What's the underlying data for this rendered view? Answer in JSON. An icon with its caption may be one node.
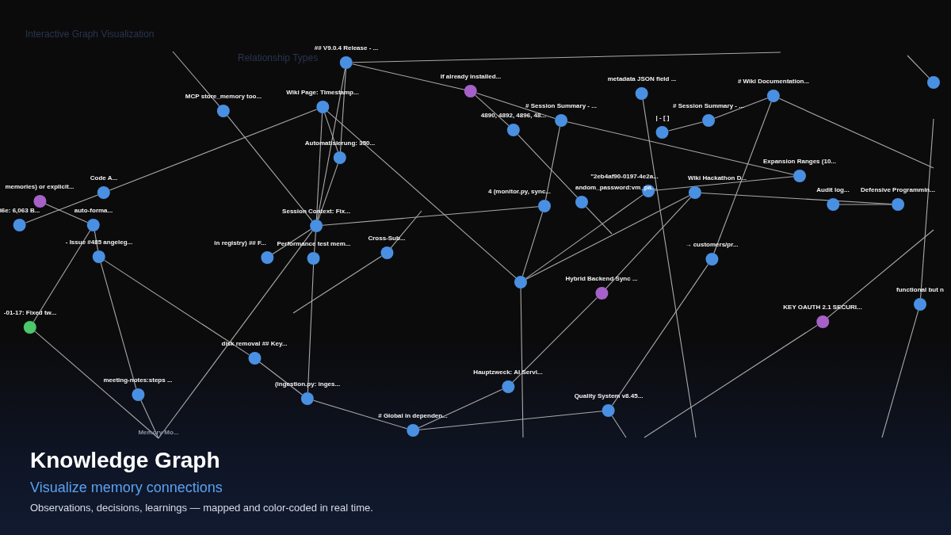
{
  "diagram": {
    "title": "Knowledge Graph",
    "caption": "Observations, decisions, learnings — mapped and color-coded in real time.",
    "nodes": [
      {
        "text": [
          "## V9.0.4 Release - ..."
        ]
      },
      {
        "text": [
          "MCP store_memory too..."
        ]
      },
      {
        "text": [
          "Wiki Page: Timestamp..."
        ]
      },
      {
        "text": [
          "If already installed..."
        ]
      },
      {
        "text": [
          "metadata JSON field ..."
        ]
      },
      {
        "text": [
          "# Wiki Documentation..."
        ]
      },
      {
        "text": [],
        "shape": "circle"
      },
      {
        "text": [
          "# Session Summary - ..."
        ]
      },
      {
        "text": [
          "4890, 4892, 4896, 48..."
        ]
      },
      {
        "text": [
          "| - [ ]"
        ]
      },
      {
        "text": [
          "# Session Summary - ..."
        ]
      },
      {
        "text": [
          "Automatisierung: 350..."
        ]
      },
      {
        "text": [
          "memories) or explicit..."
        ]
      },
      {
        "text": [
          "Code A..."
        ]
      },
      {
        "text": [
          "Expansion Ranges (10..."
        ]
      },
      {
        "text": [
          "\"2eb4af90-0197-4e2a..."
        ]
      },
      {
        "text": [
          "Wiki Hackathon D..."
        ]
      },
      {
        "text": [
          "andom_password:vm_pa..."
        ]
      },
      {
        "text": [
          "4 (monitor.py, sync..."
        ]
      },
      {
        "text": [
          "Audit log..."
        ]
      },
      {
        "text": [
          "Defensive Programmin..."
        ]
      },
      {
        "text": [
          "i6e: 6,063 B..."
        ]
      },
      {
        "text": [
          "auto-forma..."
        ]
      },
      {
        "text": [
          "Session Context: Fix..."
        ]
      },
      {
        "text": [
          "- Issue #485 angeleg..."
        ]
      },
      {
        "text": [
          "in registry) ## F..."
        ]
      },
      {
        "text": [
          "Performance test mem..."
        ]
      },
      {
        "text": [
          "Cross-Sub..."
        ]
      },
      {
        "text": [
          "→ customers/pr..."
        ]
      },
      {
        "text": [],
        "shape": "circle"
      },
      {
        "text": [
          "Hybrid Backend Sync ..."
        ]
      },
      {
        "text": [
          "functional but n"
        ]
      },
      {
        "text": [
          "KEY OAUTH 2.1 SECURI..."
        ]
      },
      {
        "text": [
          "-01-17: Fixed tw..."
        ]
      },
      {
        "text": [
          "disk removal ## Key..."
        ]
      },
      {
        "text": [
          "meeting-notes:steps ..."
        ]
      },
      {
        "text": [
          "(ingestion.py: inges..."
        ]
      },
      {
        "text": [
          "Hauptzweck: AI Servi..."
        ]
      },
      {
        "text": [
          "Quality System v8.45..."
        ]
      },
      {
        "text": [
          "# Global in dependen..."
        ]
      },
      {
        "text": [
          "Memory Mo..."
        ]
      }
    ],
    "edges": [
      {
        "from": 0,
        "to": null,
        "arrow": "none"
      },
      {
        "from": 0,
        "to": 23,
        "arrow": "none"
      },
      {
        "from": 0,
        "to": 11,
        "arrow": "none"
      },
      {
        "from": 2,
        "to": 23,
        "arrow": "none"
      },
      {
        "from": 11,
        "to": 23,
        "arrow": "none"
      },
      {
        "from": 2,
        "to": 11,
        "arrow": "none"
      },
      {
        "from": 1,
        "to": 23,
        "arrow": "none"
      },
      {
        "from": null,
        "to": 1,
        "arrow": "none"
      },
      {
        "from": 3,
        "to": 8,
        "arrow": "none"
      },
      {
        "from": 0,
        "to": 3,
        "arrow": "none"
      },
      {
        "from": 7,
        "to": 18,
        "arrow": "none"
      },
      {
        "from": 7,
        "to": 14,
        "arrow": "none"
      },
      {
        "from": 9,
        "to": 10,
        "arrow": "none"
      },
      {
        "from": 10,
        "to": 5,
        "arrow": "none"
      },
      {
        "from": 5,
        "to": 28,
        "arrow": "none"
      },
      {
        "from": 5,
        "to": null,
        "arrow": "none"
      },
      {
        "from": 4,
        "to": null,
        "arrow": "none"
      },
      {
        "from": 15,
        "to": 14,
        "arrow": "none"
      },
      {
        "from": 16,
        "to": 20,
        "arrow": "none"
      },
      {
        "from": 19,
        "to": 20,
        "arrow": "none"
      },
      {
        "from": 15,
        "to": 29,
        "arrow": "none"
      },
      {
        "from": 16,
        "to": 29,
        "arrow": "none"
      },
      {
        "from": 23,
        "to": 18,
        "arrow": "none"
      },
      {
        "from": 18,
        "to": 29,
        "arrow": "none"
      },
      {
        "from": 29,
        "to": null,
        "arrow": "none"
      },
      {
        "from": 30,
        "to": 37,
        "arrow": "none"
      },
      {
        "from": 30,
        "to": 16,
        "arrow": "none"
      },
      {
        "from": 37,
        "to": 39,
        "arrow": "none"
      },
      {
        "from": 39,
        "to": 38,
        "arrow": "none"
      },
      {
        "from": 34,
        "to": 36,
        "arrow": "none"
      },
      {
        "from": 36,
        "to": 39,
        "arrow": "none"
      },
      {
        "from": 38,
        "to": null,
        "arrow": "none"
      },
      {
        "from": 28,
        "to": 38,
        "arrow": "none"
      },
      {
        "from": 36,
        "to": 26,
        "arrow": "none"
      },
      {
        "from": 24,
        "to": 34,
        "arrow": "none"
      },
      {
        "from": 24,
        "to": 35,
        "arrow": "none"
      },
      {
        "from": 24,
        "to": 22,
        "arrow": "none"
      },
      {
        "from": 21,
        "to": 13,
        "arrow": "none"
      },
      {
        "from": 33,
        "to": 22,
        "arrow": "none"
      },
      {
        "from": 33,
        "to": 40,
        "arrow": "none"
      },
      {
        "from": 35,
        "to": 40,
        "arrow": "none"
      },
      {
        "from": 40,
        "to": 23,
        "arrow": "none"
      },
      {
        "from": 25,
        "to": 23,
        "arrow": "none"
      },
      {
        "from": 26,
        "to": 23,
        "arrow": "none"
      },
      {
        "from": 12,
        "to": 22,
        "arrow": "none"
      },
      {
        "from": 13,
        "to": 2,
        "arrow": "none"
      },
      {
        "from": 32,
        "to": null,
        "arrow": "none"
      },
      {
        "from": null,
        "to": 32,
        "arrow": "none"
      },
      {
        "from": 31,
        "to": null,
        "arrow": "none"
      },
      {
        "from": 31,
        "to": null,
        "arrow": "none"
      },
      {
        "from": 6,
        "to": null,
        "arrow": "none"
      },
      {
        "from": 27,
        "to": null,
        "arrow": "none"
      },
      {
        "from": 27,
        "to": null,
        "arrow": "none"
      },
      {
        "from": 2,
        "to": 29,
        "arrow": "none"
      },
      {
        "from": 8,
        "to": 17,
        "arrow": "none"
      },
      {
        "from": 3,
        "to": 7,
        "arrow": "none"
      },
      {
        "from": 17,
        "to": null,
        "arrow": "none"
      }
    ],
    "labels": [
      "Interactive Graph Visualization",
      "Relationship Types",
      "Visualize memory connections"
    ]
  }
}
